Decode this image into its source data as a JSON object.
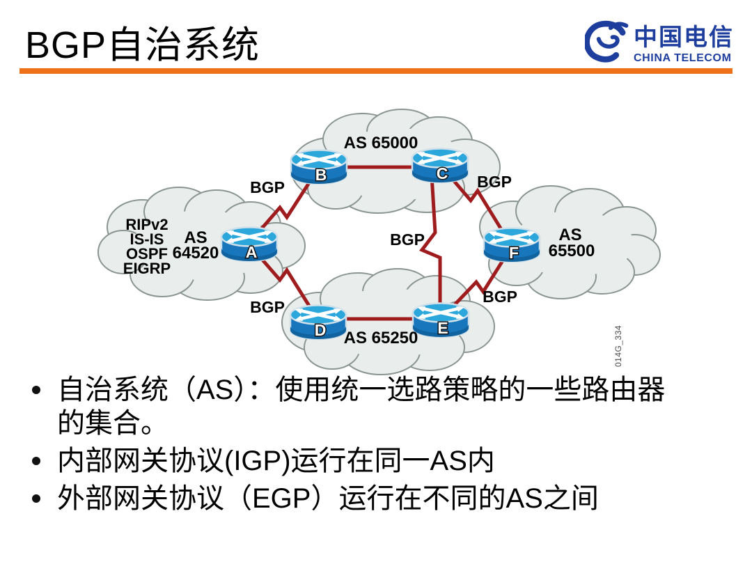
{
  "slide": {
    "title": "BGP自治系统",
    "logo": {
      "cn": "中国电信",
      "en": "CHINA TELECOM"
    },
    "bullets": [
      "自治系统（AS）：使用统一选路策略的一些路由器的集合。",
      "内部网关协议(IGP)运行在同一AS内",
      "外部网关协议（EGP）运行在不同的AS之间"
    ],
    "figure_id": "014G_334"
  },
  "diagram": {
    "bgp_label": "BGP",
    "as_top": "AS 65000",
    "as_bottom": "AS 65250",
    "left": {
      "as_line1": "AS",
      "as_line2": "64520",
      "protocols": [
        "RIPv2",
        "IS-IS",
        "OSPF",
        "EIGRP"
      ]
    },
    "right": {
      "as_line1": "AS",
      "as_line2": "65500"
    },
    "routers": [
      "A",
      "B",
      "C",
      "D",
      "E",
      "F"
    ]
  },
  "colors": {
    "accent_orange": "#EE7018",
    "telecom_blue": "#1E3E9E",
    "link_red": "#9E1B1E",
    "cloud_fill": "#E9EDEB",
    "cloud_stroke": "#8A9590",
    "router_top": "#2BA7DC",
    "router_body": "#1877BC"
  }
}
